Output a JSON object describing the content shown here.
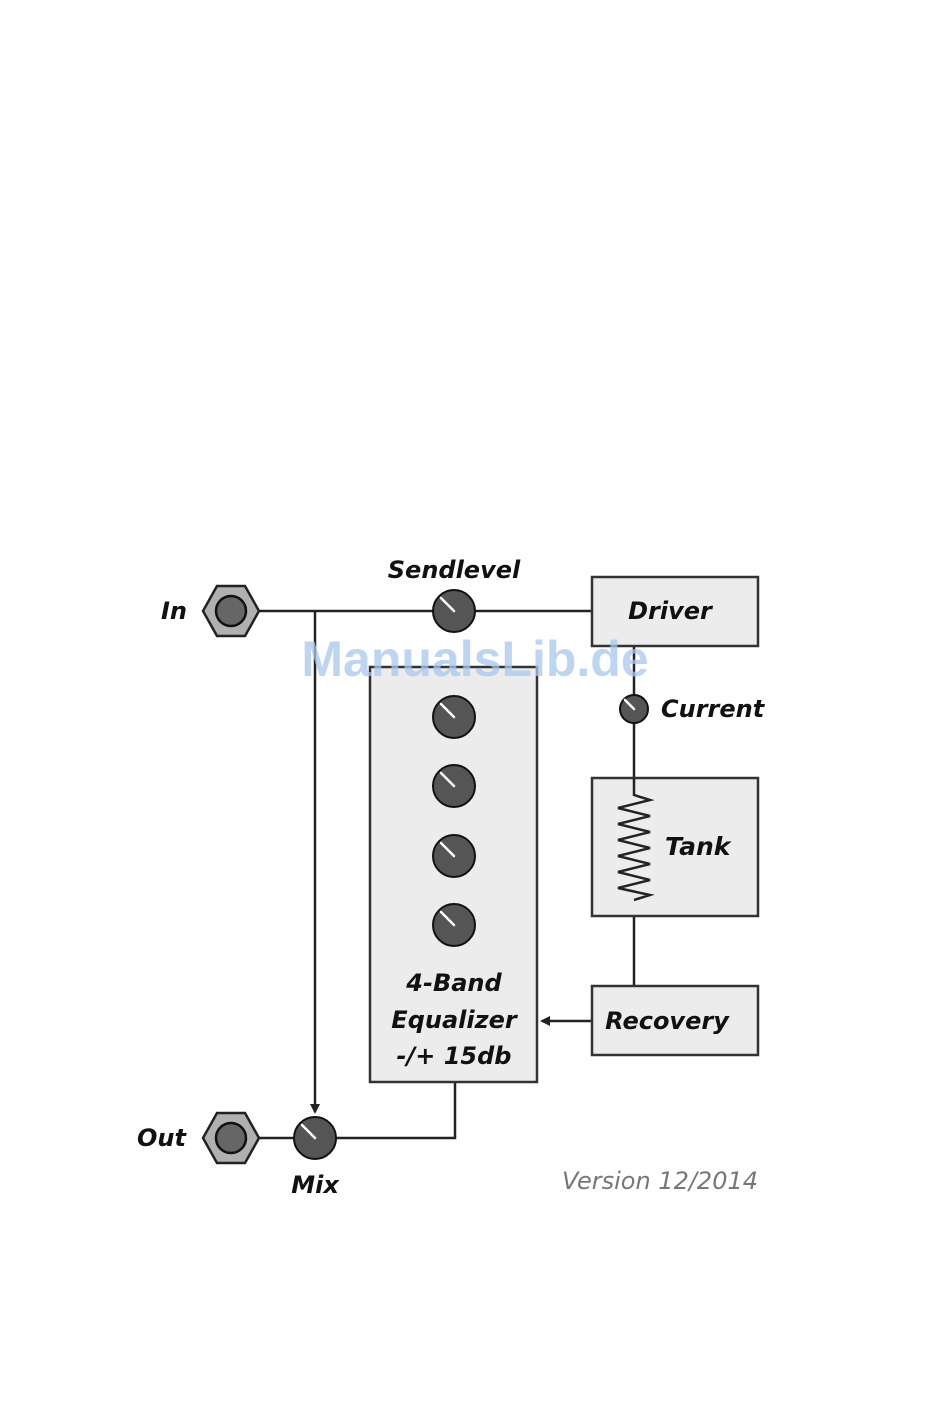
{
  "labels": {
    "in": "In",
    "out": "Out",
    "sendlevel": "Sendlevel",
    "driver": "Driver",
    "current": "Current",
    "tank": "Tank",
    "recovery": "Recovery",
    "mix": "Mix",
    "eq_line1": "4-Band",
    "eq_line2": "Equalizer",
    "eq_line3": "-/+ 15db"
  },
  "watermark": "ManualsLib.de",
  "version": "Version 12/2014",
  "colors": {
    "box_fill": "#ececec",
    "knob_fill": "#555555",
    "jack_fill": "#b0b0b0",
    "watermark": "#a9c8ee",
    "version_text": "#777777"
  }
}
